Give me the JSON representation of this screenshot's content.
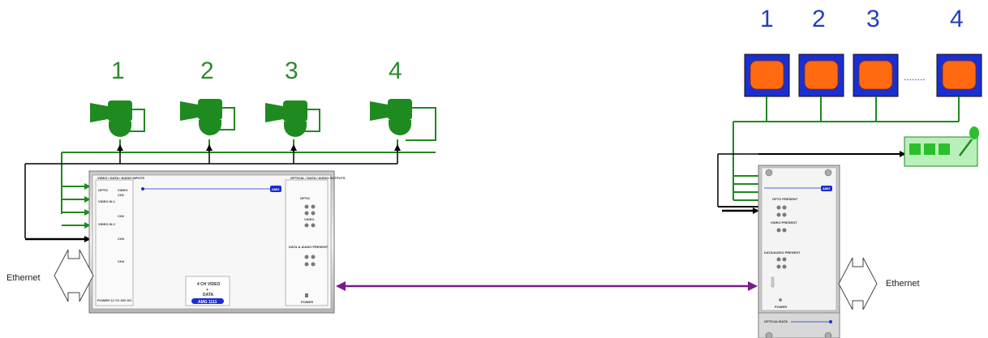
{
  "cameras": {
    "labels": [
      "1",
      "2",
      "3",
      "4"
    ]
  },
  "monitors": {
    "labels": [
      "1",
      "2",
      "3",
      "4"
    ],
    "ellipsis": "........"
  },
  "ethernet": {
    "left_label": "Ethernet",
    "right_label": "Ethernet"
  },
  "encoder": {
    "header_left": "VIDEO / DATA / AUDIO INPUTS",
    "header_right": "OPTICAL / DATA / AUDIO OUTPUTS",
    "badge": "AMG",
    "col_opto": "OPTIC",
    "col_video": "VIDEO",
    "opto_rows": [
      "VIDEO IN 1",
      "VIDEO IN 2"
    ],
    "video_rows": [
      "CH1",
      "CH2",
      "CH3",
      "CH4"
    ],
    "right_opto": "OPTIC",
    "right_video": "VIDEO",
    "right_data": "DATA & AUDIO PRESENT",
    "footer_left": "POWER 12 TO 30V DC",
    "center_line1": "4 CH VIDEO",
    "center_line2": "+",
    "center_line3": "DATA",
    "model": "AMG 1111",
    "power": "POWER"
  },
  "receiver": {
    "badge": "AMG",
    "opto_present": "OPTO PRESENT",
    "video_present": "VIDEO PRESENT",
    "data_present": "DATA/AUDIO PRESENT",
    "power": "POWER",
    "module_label": "OPTICAL/DATA"
  },
  "colors": {
    "green_wire": "#1f8a1f",
    "camera": "#1f8a1f",
    "monitor_frame": "#1b2fd0",
    "monitor_screen": "#ff6a10",
    "fiber": "#7a1a8a",
    "keyboard_fill": "#b9f0b9",
    "keyboard_key": "#2bbf2b"
  }
}
